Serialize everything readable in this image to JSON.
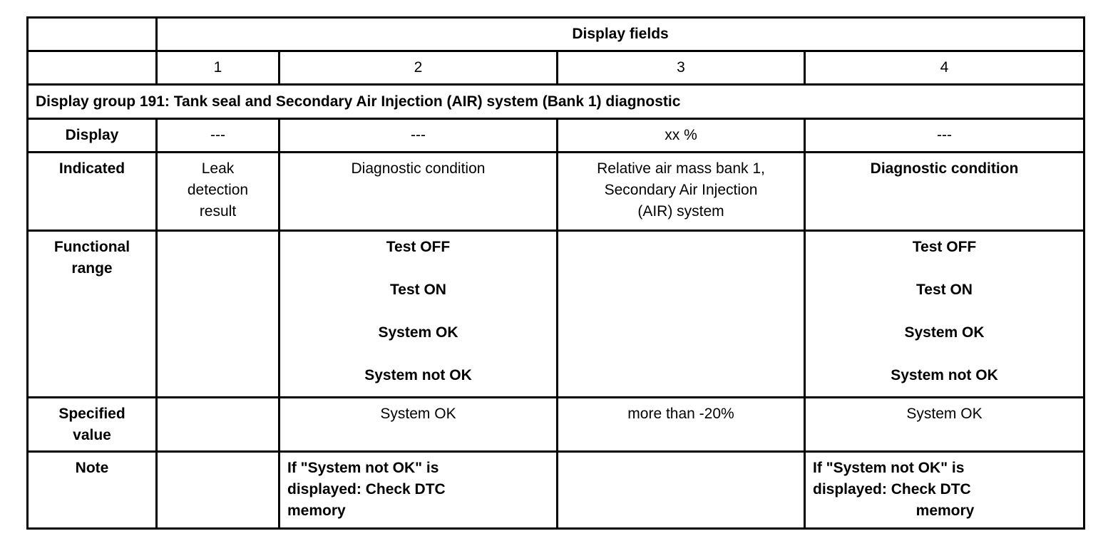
{
  "table": {
    "header": {
      "display_fields": "Display fields"
    },
    "field_numbers": [
      "1",
      "2",
      "3",
      "4"
    ],
    "group_title": "Display group 191: Tank seal and Secondary Air Injection (AIR) system (Bank 1) diagnostic",
    "rows": {
      "display": {
        "label": "Display",
        "f1": "---",
        "f2": "---",
        "f3": "xx %",
        "f4": "---"
      },
      "indicated": {
        "label": "Indicated",
        "f1": "Leak\ndetection\nresult",
        "f2": "Diagnostic condition",
        "f3": "Relative air mass bank 1,\nSecondary Air Injection\n(AIR) system",
        "f4": "Diagnostic condition"
      },
      "functional_range": {
        "label": "Functional\nrange",
        "f1": "",
        "f2": "Test OFF\n\nTest ON\n\nSystem OK\n\nSystem not OK",
        "f3": "",
        "f4": "Test OFF\n\nTest ON\n\nSystem OK\n\nSystem not OK"
      },
      "specified_value": {
        "label": "Specified\nvalue",
        "f1": "",
        "f2": "System OK",
        "f3": "more than -20%",
        "f4": "System OK"
      },
      "note": {
        "label": "Note",
        "f1": "",
        "f2": "If \"System not OK\" is\ndisplayed: Check DTC\nmemory",
        "f3": "",
        "f4_main": "If \"System not OK\" is\ndisplayed: Check DTC",
        "f4_last": "memory"
      }
    }
  },
  "colors": {
    "border": "#000000",
    "text": "#000000",
    "background": "#ffffff"
  }
}
